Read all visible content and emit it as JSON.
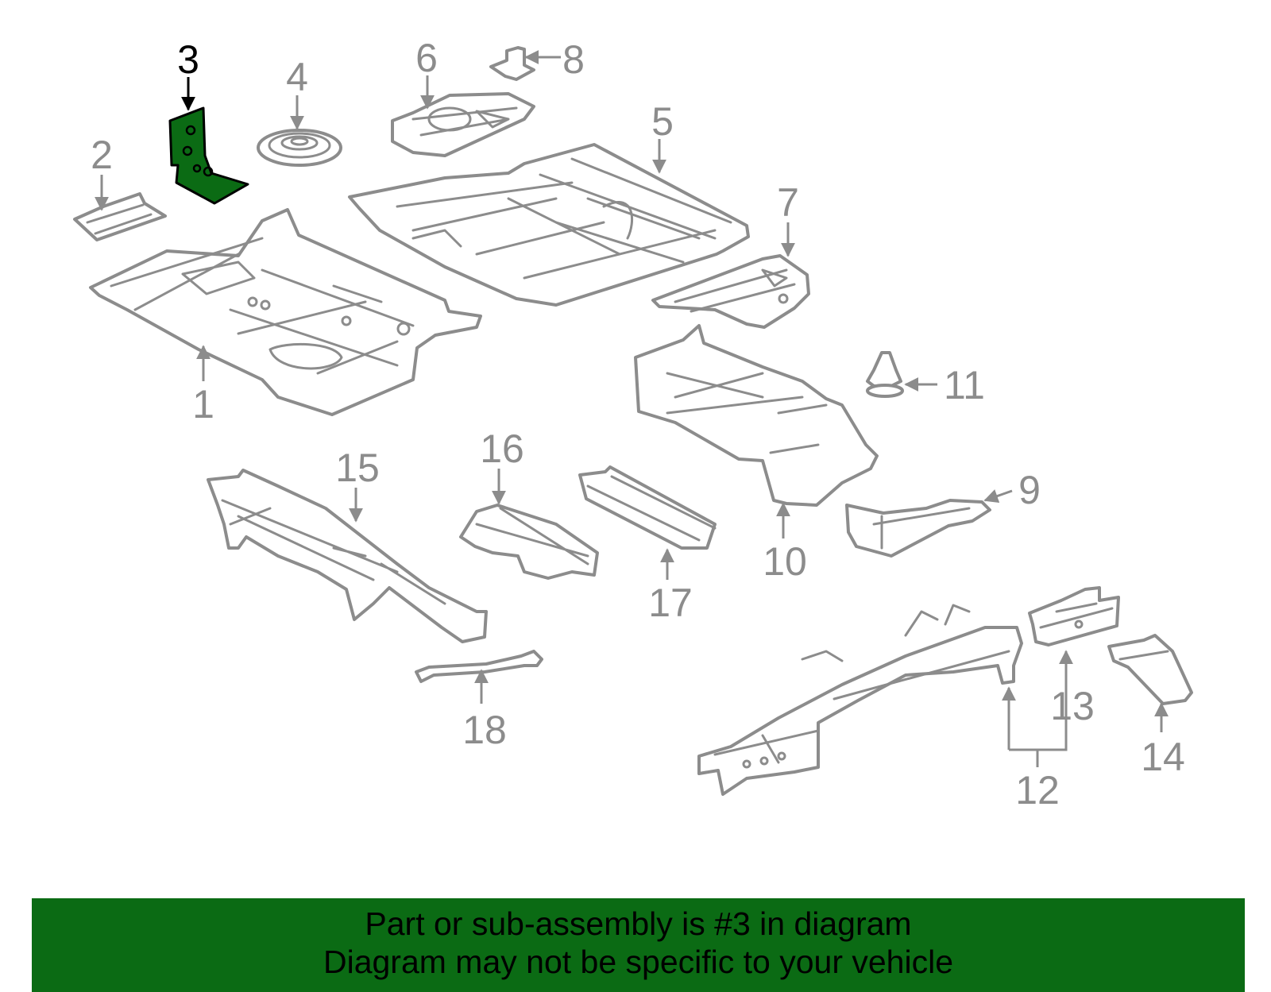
{
  "diagram": {
    "highlight_color": "#0b6b14",
    "callout_color": "#8c8c8c",
    "highlight_callout_color": "#000000",
    "callouts": {
      "c1": "1",
      "c2": "2",
      "c3": "3",
      "c4": "4",
      "c5": "5",
      "c6": "6",
      "c7": "7",
      "c8": "8",
      "c9": "9",
      "c10": "10",
      "c11": "11",
      "c12": "12",
      "c13": "13",
      "c14": "14",
      "c15": "15",
      "c16": "16",
      "c17": "17",
      "c18": "18"
    },
    "highlighted_part": "3"
  },
  "banner": {
    "line1": "Part or sub-assembly is #3 in diagram",
    "line2": "Diagram may not be specific to your vehicle",
    "background": "#0b6b14"
  }
}
